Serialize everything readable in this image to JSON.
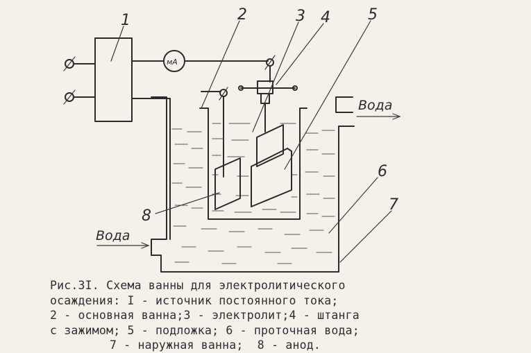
{
  "labels": {
    "n1": "1",
    "n2": "2",
    "n3": "3",
    "n4": "4",
    "n5": "5",
    "n6": "6",
    "n7": "7",
    "n8": "8",
    "meter": "мА",
    "water_out": "Вода",
    "water_in": "Вода"
  },
  "caption": {
    "line1": "Рис.3I. Схема ванны для электролитического",
    "line2": "осаждения: I - источник постоянного тока;",
    "line3": "2 - основная ванна;3 - электролит;4 - штанга",
    "line4": "с зажимом; 5 - подложка; 6 - проточная вода;",
    "line5": "7 - наружная ванна;  8 - анод."
  },
  "colors": {
    "ink": "#2b2b2b",
    "paper": "#f3f1ea"
  }
}
